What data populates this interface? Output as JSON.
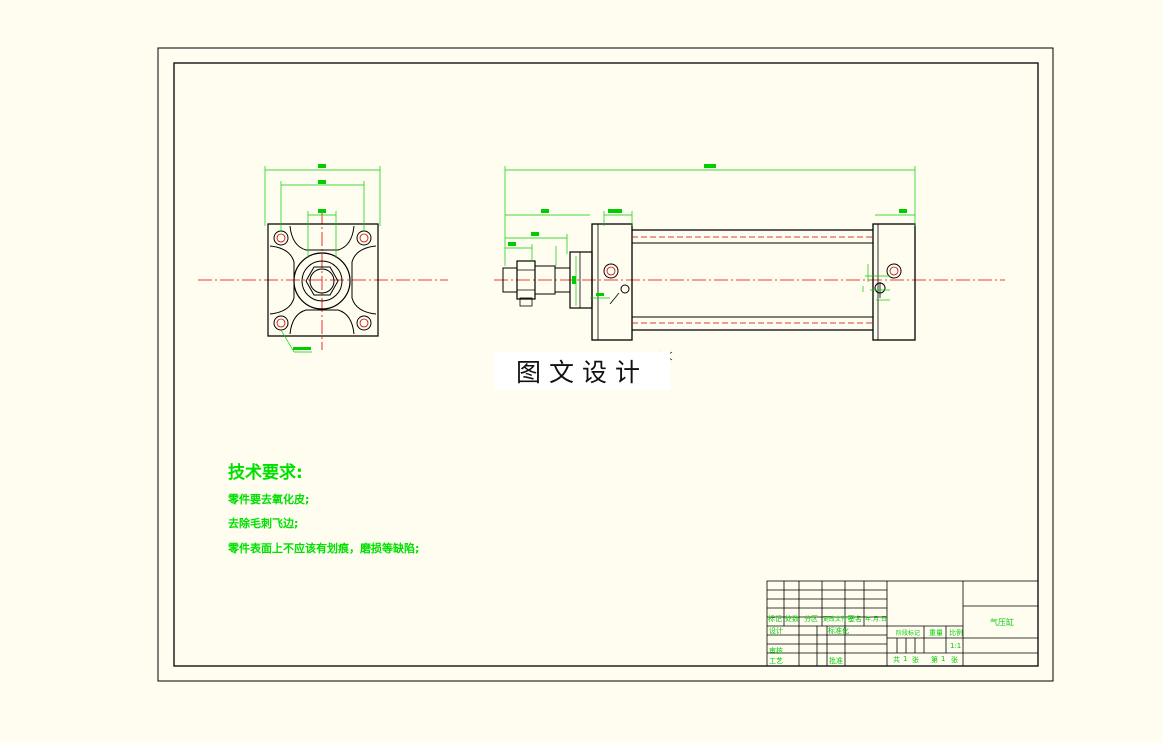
{
  "watermark": "图文设计",
  "requirements": {
    "title": "技术要求:",
    "items": [
      "零件要去氧化皮;",
      "去除毛刺飞边;",
      "零件表面上不应该有划痕，磨损等缺陷;"
    ]
  },
  "title_block": {
    "part_name": "气压缸",
    "scale": "1:1",
    "sheet_total_label": "共",
    "sheet_total": "1",
    "sheet_total_unit": "张",
    "sheet_no_label": "第",
    "sheet_no": "1",
    "sheet_no_unit": "张",
    "labels": [
      "标记",
      "处数",
      "分区",
      "更改文件号",
      "签名",
      "年.月.日",
      "设计",
      "标准化",
      "审核",
      "工艺",
      "批准",
      "阶段标记",
      "重量",
      "比例"
    ]
  },
  "colors": {
    "background": "#fffdf0",
    "border": "#000000",
    "outline": "#000000",
    "dimension": "#00cc00",
    "centerline": "#e00000",
    "hidden_line": "#cc0000",
    "text": "#00e000"
  }
}
